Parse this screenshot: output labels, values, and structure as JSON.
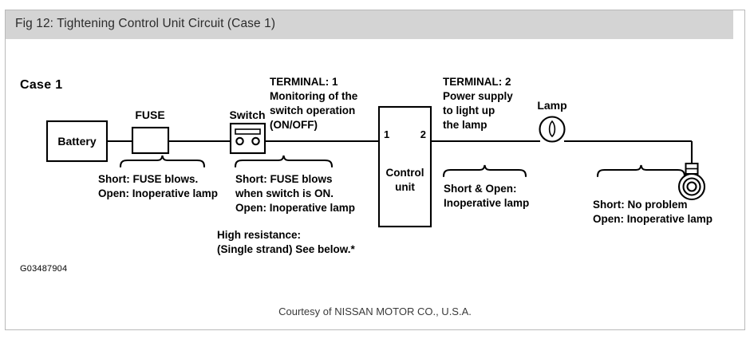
{
  "header": {
    "title": "Fig 12: Tightening Control Unit Circuit (Case 1)"
  },
  "diagram": {
    "case_title": "Case 1",
    "figure_code": "G03487904",
    "components": {
      "battery": "Battery",
      "fuse": "FUSE",
      "switch": "Switch",
      "lamp": "Lamp",
      "control_unit_line1": "Control",
      "control_unit_line2": "unit",
      "pin_1": "1",
      "pin_2": "2"
    },
    "terminal_1": {
      "line1": "TERMINAL: 1",
      "line2": "Monitoring of the",
      "line3": "switch operation",
      "line4": "(ON/OFF)"
    },
    "terminal_2": {
      "line1": "TERMINAL: 2",
      "line2": "Power supply",
      "line3": "to light up",
      "line4": "the lamp"
    },
    "note_fuse": {
      "line1": "Short: FUSE blows.",
      "line2": "Open: Inoperative lamp"
    },
    "note_switch": {
      "line1": "Short: FUSE blows",
      "line2": "when switch is ON.",
      "line3": "Open: Inoperative lamp"
    },
    "note_high_resistance": {
      "line1": "High resistance:",
      "line2": "(Single strand) See below.*"
    },
    "note_control": {
      "line1": "Short & Open:",
      "line2": "Inoperative lamp"
    },
    "note_lamp": {
      "line1": "Short: No problem",
      "line2": "Open: Inoperative lamp"
    }
  },
  "footer": {
    "courtesy": "Courtesy of NISSAN MOTOR CO., U.S.A."
  },
  "colors": {
    "header_bar": "#d4d4d4",
    "card_border": "#b9b9b9",
    "ink": "#000000",
    "page_background": "#ffffff"
  }
}
